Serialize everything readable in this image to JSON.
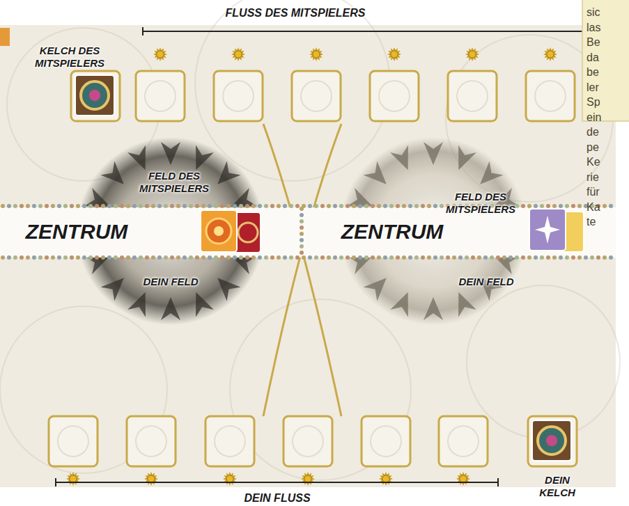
{
  "diagram": {
    "labels": [
      "FLUSS DES MITSPIELERS",
      "KELCH DES MITSPIELERS",
      "FELD DES MITSPIELERS",
      "FELD DES MITSPIELERS",
      "ZENTRUM",
      "ZENTRUM",
      "DEIN FELD",
      "DEIN FELD",
      "DEIN KELCH",
      "DEIN FLUSS",
      "sic las Be da be ler Sp ein de pe Ke rie für Ka te"
    ]
  }
}
